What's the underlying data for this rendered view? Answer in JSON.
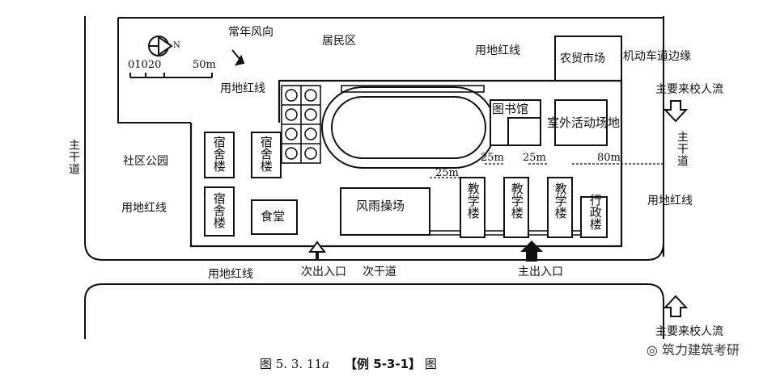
{
  "labels": {
    "residential": "居民区",
    "wind": "常年风向",
    "scale_ticks": "01020",
    "scale_end": "50m",
    "north": "N",
    "redline_top": "用地红线",
    "redline_left_top": "用地红线",
    "redline_left": "用地红线",
    "redline_bottom": "用地红线",
    "redline_right": "用地红线",
    "market": "农贸市场",
    "motor_edge": "机动车道边缘",
    "main_flow_top": "主要来校人流",
    "main_flow_bottom": "主要来校人流",
    "main_road_left": "主干道",
    "main_road_right": "主干道",
    "park": "社区公园",
    "dorm1": "宿舍楼",
    "dorm2": "宿舍楼",
    "dorm3": "宿舍楼",
    "canteen": "食堂",
    "gym": "风雨操场",
    "library": "图书馆",
    "outdoor": "室外活动场地",
    "teach1": "教学楼",
    "teach2": "教学楼",
    "teach3": "教学楼",
    "admin": "行政楼",
    "dim_25_a": "25m",
    "dim_25_b": "25m",
    "dim_25_c": "25m",
    "dim_80": "80m",
    "secondary_entrance": "次出入口",
    "secondary_road": "次干道",
    "main_entrance": "主出入口"
  },
  "caption": {
    "fig": "图 5. 3. 11",
    "fig_suffix": "a",
    "example": "【例 5-3-1】",
    "tail": "图"
  },
  "watermark": "筑力建筑考研"
}
